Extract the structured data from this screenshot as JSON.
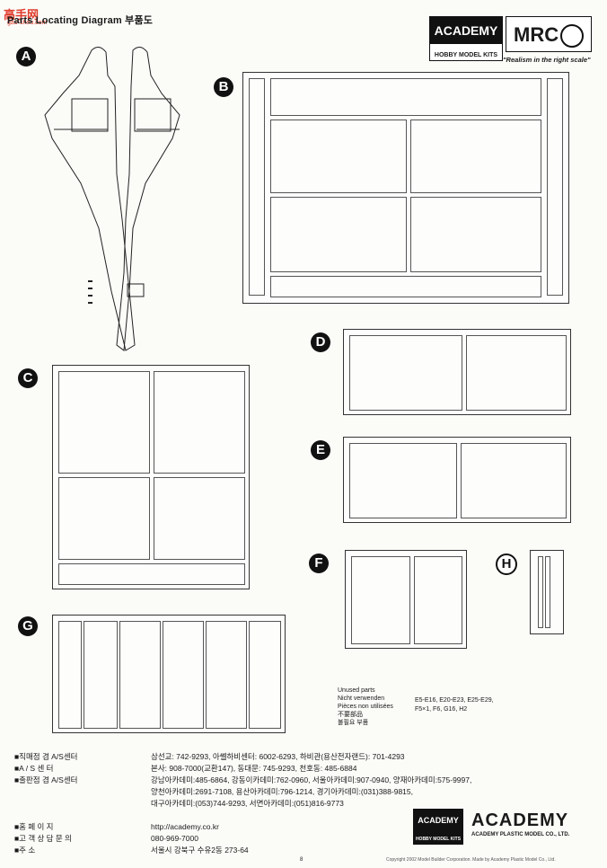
{
  "watermark": {
    "main": "高手网",
    "sub": "gao-shou.com"
  },
  "header": {
    "title": "Parts Locating Diagram 부품도"
  },
  "brand": {
    "name": "ACADEMY",
    "sub": "HOBBY MODEL KITS",
    "mrc": "MRC",
    "tagline": "\"Realism in the right scale\""
  },
  "sections": [
    "A",
    "B",
    "C",
    "D",
    "E",
    "F",
    "G",
    "H"
  ],
  "unused": {
    "lines": [
      "Unused parts",
      "Nicht verwenden",
      "Pièces non utilisées",
      "不要部品",
      "불필요 부품"
    ],
    "list": [
      "E5-E16, E20-E23, E25-E29,",
      "F5×1, F6, G16, H2"
    ]
  },
  "contacts": {
    "labels": [
      "■직매점 겸 A/S센터",
      "■A / S  센  터",
      "■출판점 겸 A/S센터",
      "",
      "",
      "",
      "■홈  페  이  지",
      "■고 객 상 담 문 의",
      "■주            소"
    ],
    "lines": [
      "삼선교: 742-9293, 아쎌하비센터: 6002-6293, 하비관(용산전자랜드): 701-4293",
      "본사: 908-7000(교환147), 동대문: 745-9293, 천호동: 485-6884",
      "강남아카데미:485-6864, 강동이카데미:762-0960, 서울아카데미:907-0940, 양재아카데미:575-9997,",
      "양천아카데미:2691-7108, 용산아카데미:796-1214, 경기아카데미:(031)388-9815,",
      "대구아카데미:(053)744-9293, 서면아카데미:(051)816-9773",
      "",
      "http://academy.co.kr",
      "080-969-7000",
      "서울시 강북구 수유2동 273-64"
    ]
  },
  "logos": {
    "a_main": "ACADEMY",
    "a_sub": "HOBBY MODEL KITS",
    "b_main": "ACADEMY",
    "b_sub": "ACADEMY PLASTIC MODEL CO., LTD."
  },
  "footer": {
    "copyright": "Copyright 2002 Model Builder Corporation. Made by Academy Plastic Model Co., Ltd.",
    "page": "8"
  }
}
